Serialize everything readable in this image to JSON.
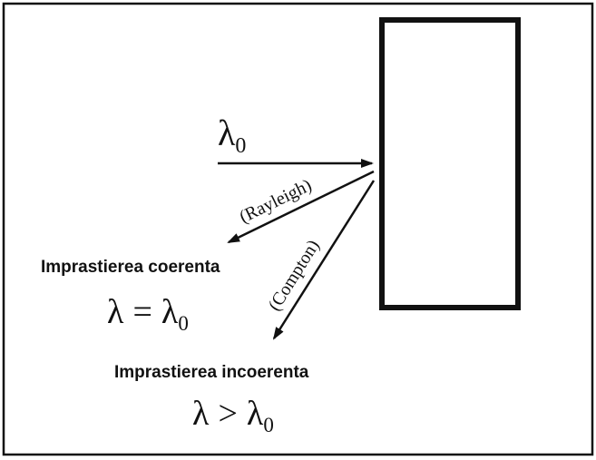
{
  "diagram": {
    "incident": {
      "symbol": "λ",
      "subscript": "0"
    },
    "rayleigh_label": "(Rayleigh)",
    "compton_label": "(Compton)",
    "coherent": {
      "title": "Imprastierea coerenta",
      "eq_left": "λ",
      "eq_op": "=",
      "eq_right": "λ",
      "eq_sub": "0"
    },
    "incoherent": {
      "title": "Imprastierea incoerenta",
      "eq_left": "λ",
      "eq_op": ">",
      "eq_right": "λ",
      "eq_sub": "0"
    }
  },
  "colors": {
    "ink": "#111111",
    "background": "#ffffff"
  }
}
